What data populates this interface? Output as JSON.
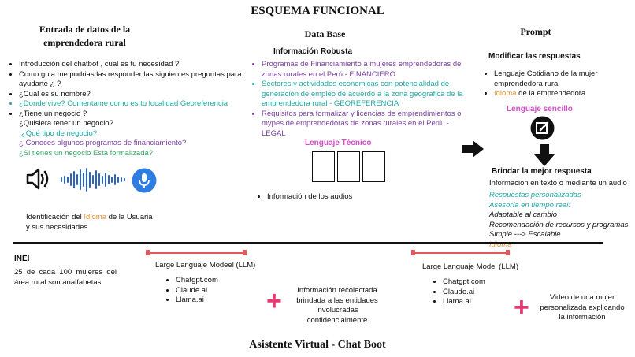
{
  "title": "ESQUEMA FUNCIONAL",
  "footer": "Asistente Virtual - Chat Boot",
  "left": {
    "heading_line1": "Entrada de datos de la",
    "heading_line2": "emprendedora rural",
    "items": [
      "Introducción del chatbot , cual es tu necesidad ?",
      "Como guia me podrias las responder las siguientes preguntas para ayudarte ¿ ?",
      "¿Cual es su nombre?",
      "¿Donde vive? Comentame como es tu localidad   Georeferencia",
      "¿Tiene un negocio ?"
    ],
    "sub_question": "¿Quisiera tener un negocio?",
    "sub_items": [
      "¿Qué tipo de negocio?",
      "¿ Conoces algunos programas de financiamiento?",
      "¿Si tienes un negocio Esta formalizada?"
    ],
    "identification_pre": "Identificación del ",
    "identification_idioma": "Idioma",
    "identification_post": " de la Usuaria",
    "identification_line2": "y sus necesidades"
  },
  "middle": {
    "heading": "Data Base",
    "sub_heading": "Información Robusta",
    "items": [
      "Programas de Financiamiento a mujeres emprendedoras de zonas rurales en el Perú - FINANCIERO",
      "Sectores y actividades economicas con potencialidad de generación de empleo  de acuerdo a la zona geografica de la  emprendedora rural - GEOREFERENCIA",
      " Requisitos para formalizar y licencias de emprendimientos o mypes de emprendedoras de zonas rurales en el Perú. - LEGAL"
    ],
    "tech_label": "Lenguaje Técnico",
    "audio_item": "Información de los audios"
  },
  "right": {
    "heading": "Prompt",
    "modify_heading": "Modificar las respuestas",
    "items": [
      "Lenguaje Cotidiano de la mujer emprendedora rural",
      "Idioma de la emprendedora"
    ],
    "idioma_word": "Idioma",
    "idioma_rest": " de la emprendedora",
    "simple_label": "Lenguaje sencillo",
    "best_heading": "Brindar la mejor respuesta",
    "info_line": "Información en texto o mediante un audio",
    "details": [
      "Respuestas personalizadas",
      "Asesoría en tiempo real:",
      "Adaptable al cambio",
      "Recomendación de recursos y programas",
      "Simple ---> Escalable",
      "Idioma"
    ]
  },
  "bottom": {
    "inei_title": "INEI",
    "inei_text": "25 de cada 100 mujeres del área rural son analfabetas",
    "llm_title": "Large Languaje Modeel (LLM)",
    "llm_items": [
      "Chatgpt.com",
      "Claude.ai",
      "Llama.ai"
    ],
    "llm2_title": "Large Languaje Model (LLM)",
    "llm2_items": [
      "Chatgpt.com",
      "Claude.ai",
      "Llama.ai"
    ],
    "collected_text": "Información recolectada brindada a las entidades involucradas confidencialmente",
    "video_text": "Video de una mujer personalizada explicando la información"
  },
  "colors": {
    "purple": "#7a3fa0",
    "teal": "#1fa9a5",
    "orange": "#e0943a",
    "pink": "#d44fc8",
    "red": "#e53a73",
    "mic_blue": "#2f7de1",
    "wave_blue": "#2a63c9"
  },
  "icons": [
    "speaker-icon",
    "sound-wave-icon",
    "microphone-icon",
    "right-arrow-icon",
    "down-arrow-icon",
    "edit-note-icon",
    "plus-icon"
  ]
}
